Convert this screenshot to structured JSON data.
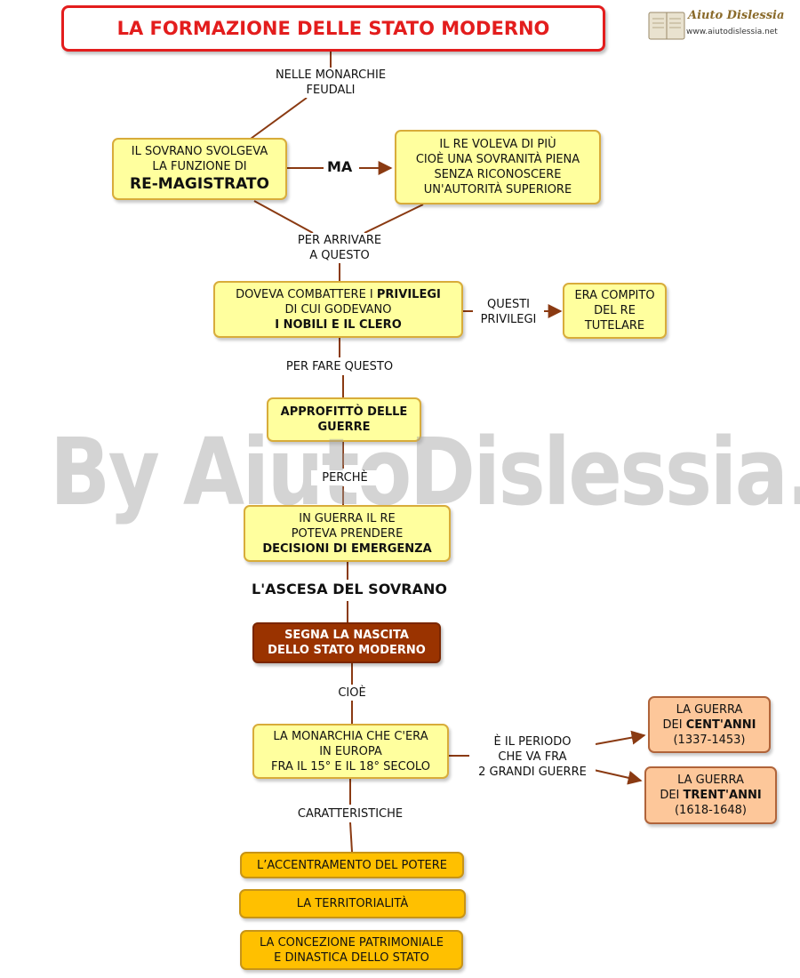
{
  "title": "LA FORMAZIONE DELLE STATO MODERNO",
  "logo": {
    "name": "Aiuto Dislessia",
    "url": "www.aiutodislessia.net"
  },
  "watermark": "By AiutoDislessia.net",
  "labels": {
    "nelle_monarchie": [
      "NELLE MONARCHIE",
      "FEUDALI"
    ],
    "ma": "MA",
    "per_arrivare": [
      "PER ARRIVARE",
      "A QUESTO"
    ],
    "questi_privilegi": [
      "QUESTI",
      "PRIVILEGI"
    ],
    "per_fare_questo": "PER FARE QUESTO",
    "perche": "PERCHÈ",
    "ascesa": "L'ASCESA DEL SOVRANO",
    "cioe": "CIOÈ",
    "periodo": [
      "È IL PERIODO",
      "CHE VA FRA",
      "2 GRANDI GUERRE"
    ],
    "caratteristiche": "CARATTERISTICHE"
  },
  "boxes": {
    "sovrano": {
      "line1": "IL SOVRANO SVOLGEVA",
      "line2": "LA FUNZIONE DI",
      "line3": "RE-MAGISTRATO"
    },
    "re_voleva": {
      "line1": "IL RE VOLEVA DI PIÙ",
      "line2": "CIOÈ UNA SOVRANITÀ PIENA",
      "line3": "SENZA RICONOSCERE",
      "line4": "UN'AUTORITÀ SUPERIORE"
    },
    "combattere": {
      "line1_a": "DOVEVA COMBATTERE I ",
      "line1_b": "PRIVILEGI",
      "line2": "DI CUI GODEVANO",
      "line3": "I NOBILI E IL CLERO"
    },
    "compito": {
      "line1": "ERA COMPITO",
      "line2": "DEL RE",
      "line3": "TUTELARE"
    },
    "approfitto": {
      "line1": "APPROFITTÒ DELLE",
      "line2": "GUERRE"
    },
    "guerra_re": {
      "line1": "IN GUERRA IL RE",
      "line2": "POTEVA PRENDERE",
      "line3": "DECISIONI DI EMERGENZA"
    },
    "nascita": {
      "line1": "SEGNA LA NASCITA",
      "line2": "DELLO STATO MODERNO"
    },
    "monarchia": {
      "line1": "LA MONARCHIA CHE C'ERA",
      "line2": "IN EUROPA",
      "line3": "FRA IL 15° E IL 18° SECOLO"
    },
    "centanni": {
      "line1": "LA GUERRA",
      "line2_a": "DEI ",
      "line2_b": "CENT'ANNI",
      "line3": "(1337-1453)"
    },
    "trentanni": {
      "line1": "LA GUERRA",
      "line2_a": "DEI ",
      "line2_b": "TRENT'ANNI",
      "line3": "(1618-1648)"
    },
    "accentramento": "L’ACCENTRAMENTO DEL POTERE",
    "territorialita": "LA TERRITORIALITÀ",
    "concezione": {
      "line1": "LA CONCEZIONE PATRIMONIALE",
      "line2": "E DINASTICA DELLO STATO"
    }
  },
  "colors": {
    "title_red": "#e31d1d",
    "box_yellow": "#ffff9e",
    "box_orange": "#ffc000",
    "box_peach": "#fdc79a",
    "box_brown": "#9a3300",
    "connector": "#8a3a12"
  }
}
